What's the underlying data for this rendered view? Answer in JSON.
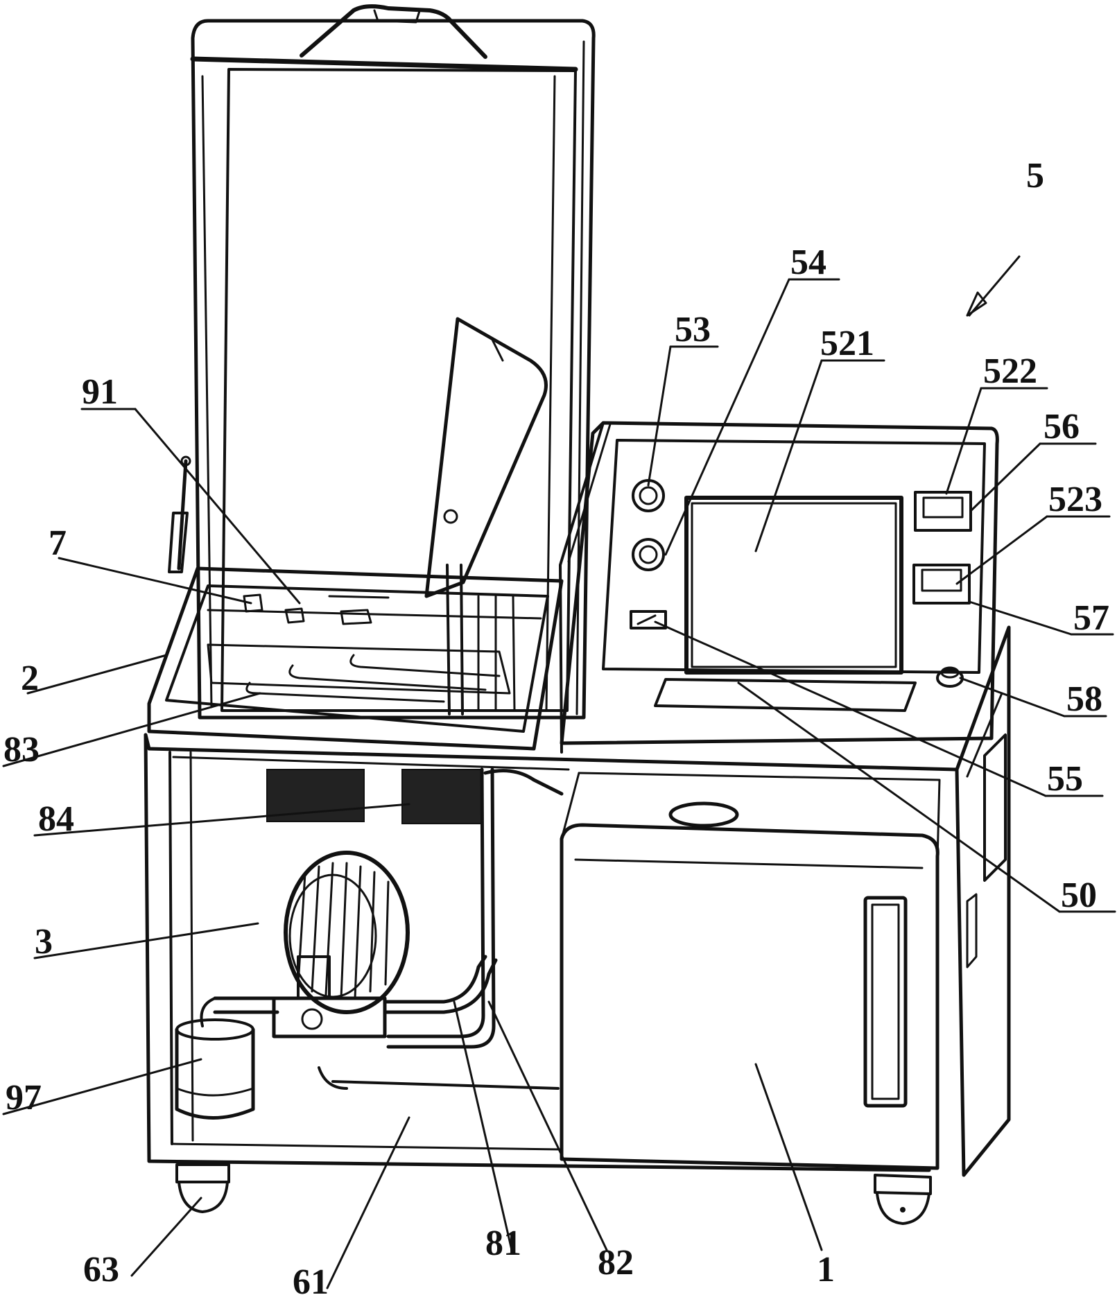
{
  "figure": {
    "labels": {
      "l_5": "5",
      "l_54": "54",
      "l_53": "53",
      "l_521": "521",
      "l_522": "522",
      "l_56": "56",
      "l_523": "523",
      "l_57": "57",
      "l_58": "58",
      "l_55": "55",
      "l_50": "50",
      "l_91": "91",
      "l_7": "7",
      "l_2": "2",
      "l_83": "83",
      "l_84": "84",
      "l_3": "3",
      "l_97": "97",
      "l_63": "63",
      "l_61": "61",
      "l_81": "81",
      "l_82": "82",
      "l_1": "1"
    },
    "colors": {
      "line": "#111111",
      "background": "#ffffff",
      "fill_dark": "#222222"
    }
  }
}
